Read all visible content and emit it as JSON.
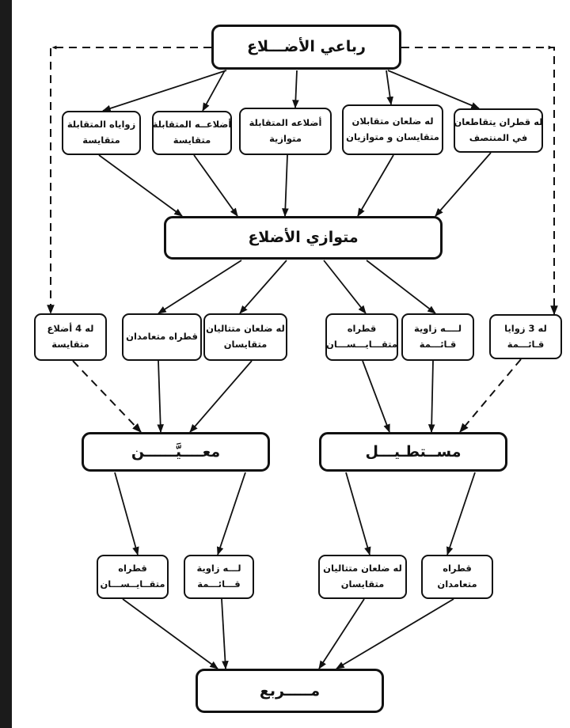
{
  "diagram": {
    "title": "رباعي الأضلاع",
    "colors": {
      "stroke": "#111111",
      "background": "#ffffff",
      "edge_bar": "#1b1b1b"
    },
    "nodes": {
      "quadrilateral": {
        "lines": [
          "رباعي الأضـــلاع"
        ]
      },
      "q1": {
        "lines": [
          "له قطران يتقاطعان",
          "في المنتصف"
        ]
      },
      "q2": {
        "lines": [
          "له ضلعان متقابلان",
          "متقايسان و  متوازيان"
        ]
      },
      "q3": {
        "lines": [
          "أضلاعه المتقابلة",
          "متوازية"
        ]
      },
      "q4": {
        "lines": [
          "أضلاعــه المتقابلة",
          "متقايسة"
        ]
      },
      "q5": {
        "lines": [
          "زواياه المتقابلة",
          "متقايسة"
        ]
      },
      "parallelogram": {
        "lines": [
          "متوازي الأضلاع"
        ]
      },
      "l1": {
        "lines": [
          "له 4 أضلاع",
          "متقايسة"
        ]
      },
      "l2": {
        "lines": [
          "قطراه متعامدان"
        ]
      },
      "l3": {
        "lines": [
          "له ضلعان متتاليان",
          "متقايسان"
        ]
      },
      "r1": {
        "lines": [
          "قطراه",
          "متقـــايـــســـان"
        ]
      },
      "r2": {
        "lines": [
          "لــــه زاوية",
          "قـائـــمة"
        ]
      },
      "r3": {
        "lines": [
          "له 3 زوايا",
          "قـائـــمة"
        ]
      },
      "rhombus": {
        "lines": [
          "معــــيَّــــــن"
        ]
      },
      "rectangle": {
        "lines": [
          "مســتطـيـــل"
        ]
      },
      "s1": {
        "lines": [
          "قطراه",
          "متقــايــســـان"
        ]
      },
      "s2": {
        "lines": [
          "لـــه زاوية",
          "قـــائـــمة"
        ]
      },
      "s3": {
        "lines": [
          "له ضلعان متتاليان",
          "متقايسان"
        ]
      },
      "s4": {
        "lines": [
          "قطراه",
          "متعامدان"
        ]
      },
      "square": {
        "lines": [
          "مـــــربع"
        ]
      }
    },
    "edges": [
      {
        "from": "quadrilateral",
        "to": "q5",
        "style": "solid"
      },
      {
        "from": "quadrilateral",
        "to": "q4",
        "style": "solid"
      },
      {
        "from": "quadrilateral",
        "to": "q3",
        "style": "solid"
      },
      {
        "from": "quadrilateral",
        "to": "q2",
        "style": "solid"
      },
      {
        "from": "quadrilateral",
        "to": "q1",
        "style": "solid"
      },
      {
        "from": "q5",
        "to": "parallelogram",
        "style": "solid"
      },
      {
        "from": "q4",
        "to": "parallelogram",
        "style": "solid"
      },
      {
        "from": "q3",
        "to": "parallelogram",
        "style": "solid"
      },
      {
        "from": "q2",
        "to": "parallelogram",
        "style": "solid"
      },
      {
        "from": "q1",
        "to": "parallelogram",
        "style": "solid"
      },
      {
        "from": "quadrilateral",
        "to": "l1",
        "style": "dashed"
      },
      {
        "from": "quadrilateral",
        "to": "r3",
        "style": "dashed"
      },
      {
        "from": "parallelogram",
        "to": "l2",
        "style": "solid"
      },
      {
        "from": "parallelogram",
        "to": "l3",
        "style": "solid"
      },
      {
        "from": "parallelogram",
        "to": "r1",
        "style": "solid"
      },
      {
        "from": "parallelogram",
        "to": "r2",
        "style": "solid"
      },
      {
        "from": "l1",
        "to": "rhombus",
        "style": "dashed"
      },
      {
        "from": "l2",
        "to": "rhombus",
        "style": "solid"
      },
      {
        "from": "l3",
        "to": "rhombus",
        "style": "solid"
      },
      {
        "from": "r1",
        "to": "rectangle",
        "style": "solid"
      },
      {
        "from": "r2",
        "to": "rectangle",
        "style": "solid"
      },
      {
        "from": "r3",
        "to": "rectangle",
        "style": "dashed"
      },
      {
        "from": "rhombus",
        "to": "s1",
        "style": "solid"
      },
      {
        "from": "rhombus",
        "to": "s2",
        "style": "solid"
      },
      {
        "from": "rectangle",
        "to": "s3",
        "style": "solid"
      },
      {
        "from": "rectangle",
        "to": "s4",
        "style": "solid"
      },
      {
        "from": "s1",
        "to": "square",
        "style": "solid"
      },
      {
        "from": "s2",
        "to": "square",
        "style": "solid"
      },
      {
        "from": "s3",
        "to": "square",
        "style": "solid"
      },
      {
        "from": "s4",
        "to": "square",
        "style": "solid"
      }
    ]
  }
}
